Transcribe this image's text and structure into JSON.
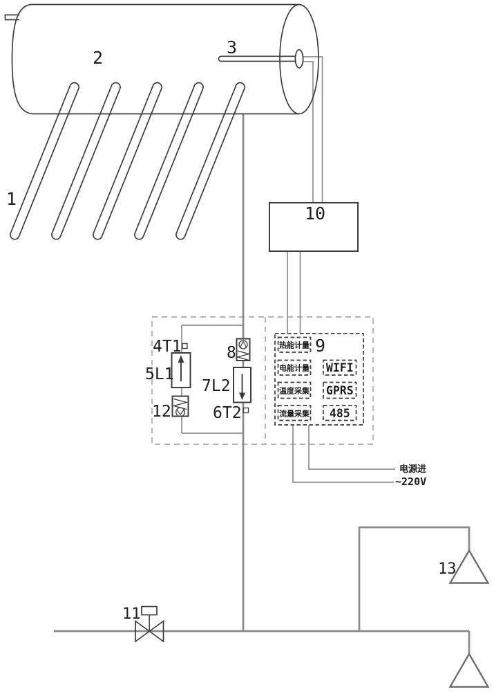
{
  "diagram": {
    "labels": {
      "collector_tubes": "1",
      "water_tank": "2",
      "temp_probe": "3",
      "sensor_t1": "4T1",
      "flow_meter_l1": "5L1",
      "sensor_t2": "6T2",
      "flow_meter_l2": "7L2",
      "check_valve_upper": "8",
      "controller": "9",
      "metering_unit": "10",
      "inlet_valve": "11",
      "check_valve_lower": "12",
      "water_outlet": "13"
    },
    "controller_modules": {
      "heat_metering": "热能计量",
      "energy_metering": "电能计量",
      "temperature_acquisition": "温度采集",
      "flow_acquisition": "流量采集",
      "wifi": "WIFI",
      "gprs": "GPRS",
      "rs485": "485"
    },
    "power": {
      "inlet_label": "电源进",
      "voltage": "~220V"
    },
    "colors": {
      "line_ink": "#3c3c3c",
      "pipe_gray": "#8a8a8a",
      "dash_gray": "#9b9b9b",
      "text": "#1d1d1d",
      "background": "#ffffff"
    }
  }
}
